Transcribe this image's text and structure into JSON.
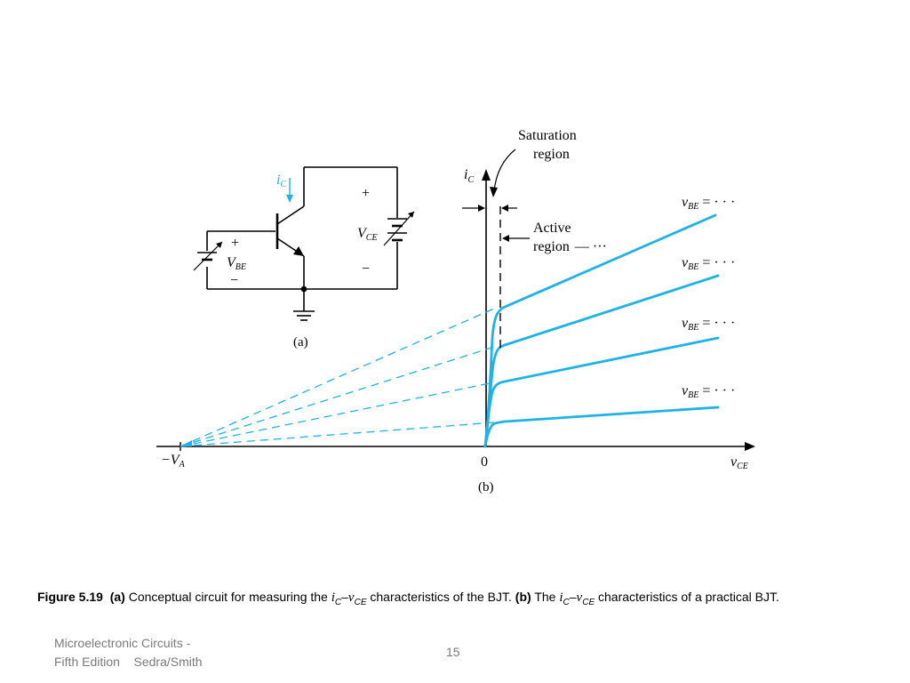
{
  "circuit": {
    "label": "(a)",
    "ic_label": "i",
    "ic_sub": "C",
    "vbe_plus": "+",
    "vbe_label": "V",
    "vbe_sub": "BE",
    "vbe_minus": "−",
    "vce_plus": "+",
    "vce_label": "V",
    "vce_sub": "CE",
    "vce_minus": "−"
  },
  "graph": {
    "label": "(b)",
    "y_axis_label": "i",
    "y_axis_sub": "C",
    "x_axis_label": "v",
    "x_axis_sub": "CE",
    "origin_label": "0",
    "va_label": "−V",
    "va_sub": "A",
    "saturation_label_1": "Saturation",
    "saturation_label_2": "region",
    "active_label_1": "Active",
    "active_label_2": "region",
    "active_dash": "— ···",
    "curve_labels": [
      {
        "v": "v",
        "sub": "BE",
        "tail": "= · · ·"
      },
      {
        "v": "v",
        "sub": "BE",
        "tail": "= · · ·"
      },
      {
        "v": "v",
        "sub": "BE",
        "tail": "= · · ·"
      },
      {
        "v": "v",
        "sub": "BE",
        "tail": "= · · ·"
      }
    ],
    "curve_color": "#1fb2e6"
  },
  "caption": {
    "figure_label": "Figure 5.19",
    "part_a": "(a)",
    "text_a": " Conceptual circuit for measuring the ",
    "ic": "i",
    "ic_sub": "C",
    "dash": "–",
    "vce": "v",
    "vce_sub": "CE",
    "text_a2": " characteristics of the BJT. ",
    "part_b": "(b)",
    "text_b": " The ",
    "text_b2": " characteristics of a practical BJT."
  },
  "footer": {
    "book_line1": "Microelectronic Circuits -",
    "book_line2a": "Fifth Edition",
    "book_line2b": "Sedra/Smith",
    "page": "15"
  }
}
